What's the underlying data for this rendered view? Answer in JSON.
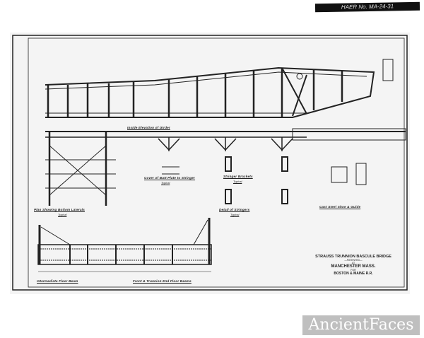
{
  "stamp": {
    "haer_number": "HAER No. MA-24-31"
  },
  "drawing": {
    "views": [
      {
        "label": "Inside Elevation of Girder"
      },
      {
        "label": "Plan Showing Bottom Laterals",
        "note": "Typical"
      },
      {
        "label": "Cover of Butt Plate to Stringer",
        "note": "Typical"
      },
      {
        "label": "Stringer Brackets",
        "note": "Typical"
      },
      {
        "label": "Detail of Stringers",
        "note": "Typical"
      },
      {
        "label": "Cast Steel Shoe & Guide"
      },
      {
        "label": "Intermediate Floor Beam"
      },
      {
        "label": "Front & Trunnion End Floor Beams"
      }
    ],
    "title_block": {
      "title": "STRAUSS TRUNNION BASCULE BRIDGE",
      "patented": "—PATENTED—",
      "at": "AT",
      "location": "MANCHESTER MASS.",
      "for": "FOR",
      "client": "BOSTON & MAINE R.R."
    }
  },
  "watermark": "AncientFaces"
}
